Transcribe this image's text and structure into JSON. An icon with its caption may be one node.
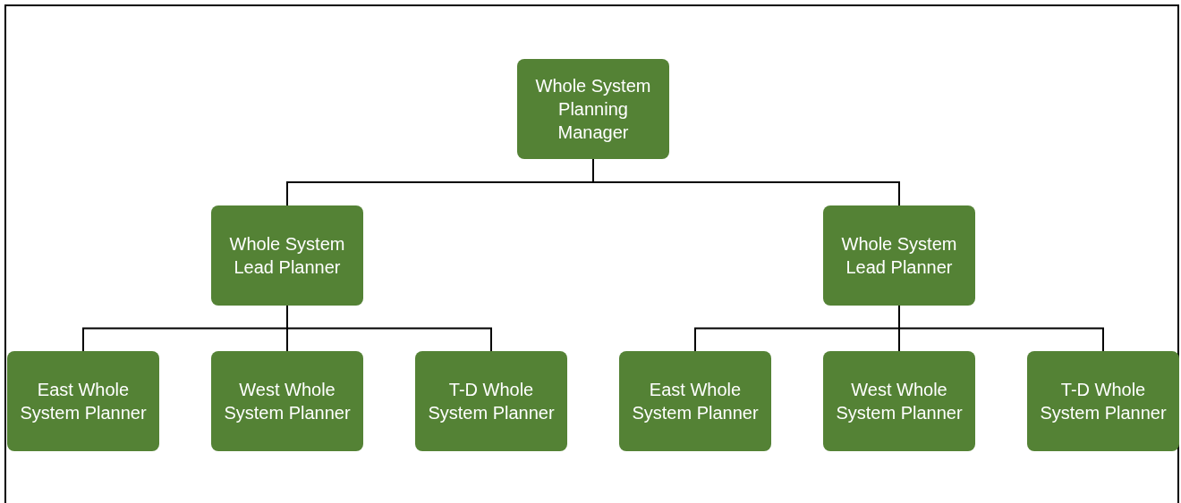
{
  "diagram": {
    "nodes": [
      {
        "text": [
          "Whole System Planning Manager"
        ]
      },
      {
        "text": [
          "Whole System Lead Planner"
        ]
      },
      {
        "text": [
          "Whole System Lead Planner"
        ]
      },
      {
        "text": [
          "East Whole System Planner"
        ]
      },
      {
        "text": [
          "West Whole System Planner"
        ]
      },
      {
        "text": [
          "T-D Whole System Planner"
        ]
      },
      {
        "text": [
          "East Whole System Planner"
        ]
      },
      {
        "text": [
          "West Whole System Planner"
        ]
      },
      {
        "text": [
          "T-D Whole System Planner"
        ]
      }
    ],
    "edges": [
      {
        "from": 0,
        "to": 1,
        "arrow": "none"
      },
      {
        "from": 0,
        "to": 2,
        "arrow": "none"
      },
      {
        "from": 1,
        "to": 3,
        "arrow": "none"
      },
      {
        "from": 1,
        "to": 4,
        "arrow": "none"
      },
      {
        "from": 1,
        "to": 5,
        "arrow": "none"
      },
      {
        "from": 2,
        "to": 6,
        "arrow": "none"
      },
      {
        "from": 2,
        "to": 7,
        "arrow": "none"
      },
      {
        "from": 2,
        "to": 8,
        "arrow": "none"
      }
    ]
  }
}
